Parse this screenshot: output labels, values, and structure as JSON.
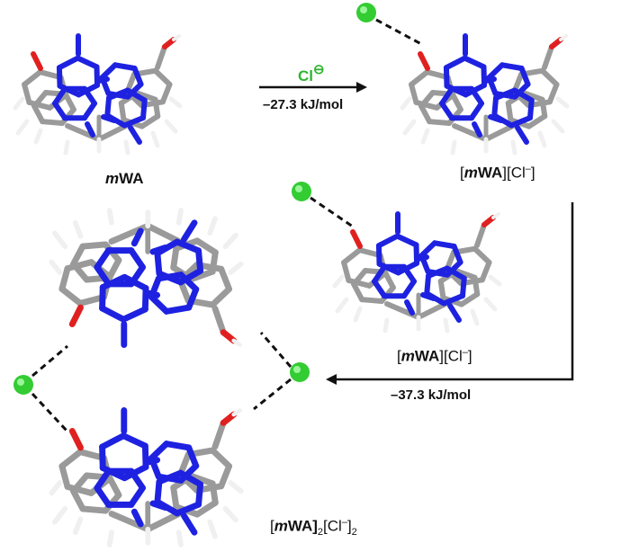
{
  "colors": {
    "carbon": "#9a9a9a",
    "nitrogen": "#1e22e0",
    "oxygen": "#e02020",
    "hydrogen": "#f0f0f0",
    "chloride": "#33cc33",
    "arrow": "#111111"
  },
  "labels": {
    "mwa_prefix": "m",
    "mwa_rest": "WA",
    "complex1_open": "[",
    "complex1_m": "m",
    "complex1_wa": "WA",
    "complex1_cl": "][Cl",
    "complex1_sup": "–",
    "complex1_close": "]",
    "complex2_open": "[",
    "complex2_m": "m",
    "complex2_wa": "WA",
    "complex2_cl": "][Cl",
    "complex2_sup": "–",
    "complex2_close": "]",
    "dimer_open": "[",
    "dimer_m": "m",
    "dimer_wa": "WA]",
    "dimer_sub1": "2",
    "dimer_cl": "[Cl",
    "dimer_sup": "–",
    "dimer_close": "]",
    "dimer_sub2": "2"
  },
  "reaction1": {
    "reagent_text": "Cl",
    "reagent_charge": "⊖",
    "energy": "–27.3 kJ/mol"
  },
  "reaction2": {
    "energy": "–37.3 kJ/mol"
  }
}
